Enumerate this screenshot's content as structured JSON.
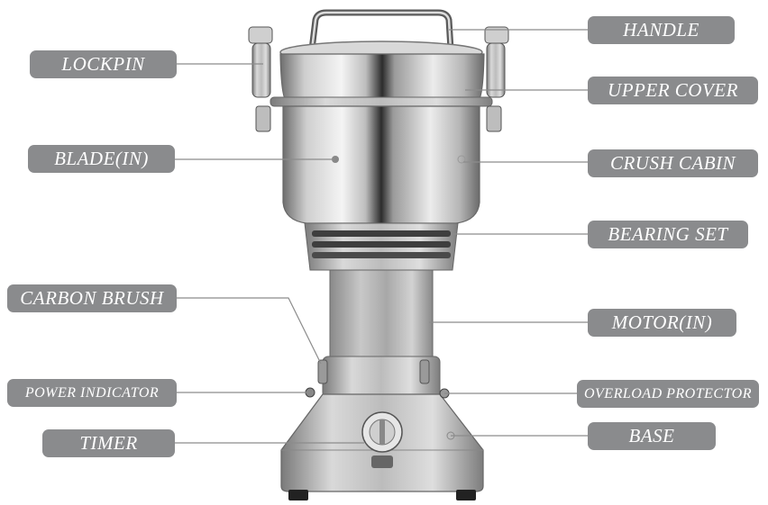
{
  "labels": {
    "handle": "HANDLE",
    "lockpin": "LOCKPIN",
    "upper_cover": "UPPER COVER",
    "blade": "BLADE(IN)",
    "crush_cabin": "CRUSH CABIN",
    "bearing_set": "BEARING SET",
    "carbon_brush": "CARBON BRUSH",
    "motor": "MOTOR(IN)",
    "power_indicator": "POWER INDICATOR",
    "overload_protector": "OVERLOAD PROTECTOR",
    "timer": "TIMER",
    "base": "BASE"
  },
  "colors": {
    "label_bg": "#8a8b8d",
    "label_text": "#ffffff",
    "leader_line": "#8c8c8c",
    "steel_dark": "#3a3a3a",
    "steel_light": "#e8e8e8"
  }
}
